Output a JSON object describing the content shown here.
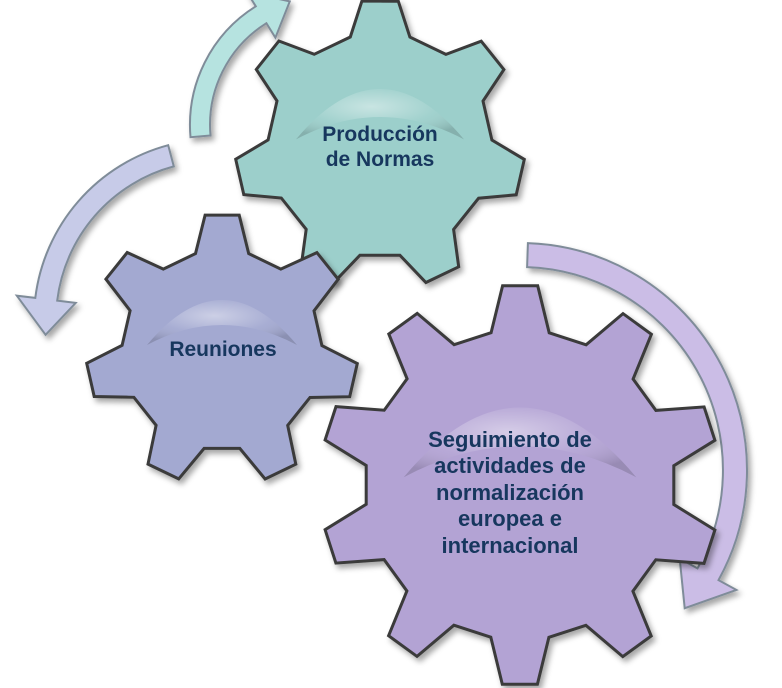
{
  "diagram": {
    "gears": [
      {
        "label": "Producción\nde Normas",
        "color": "#9ccfcb"
      },
      {
        "label": "Reuniones",
        "color": "#a3a9d1"
      },
      {
        "label": "Seguimiento de\nactividades de\nnormalización\neuropea e\ninternacional",
        "color": "#b3a3d4"
      }
    ],
    "arrows": [
      {
        "from": "Reuniones",
        "to": "Producción de Normas",
        "color": "#b6e3e0"
      },
      {
        "from": "Producción de Normas",
        "to": "Reuniones",
        "color": "#c7cbe8"
      },
      {
        "from": "Producción de Normas",
        "to": "Seguimiento de actividades de normalización europea e internacional",
        "color": "#cbbde6"
      }
    ]
  }
}
